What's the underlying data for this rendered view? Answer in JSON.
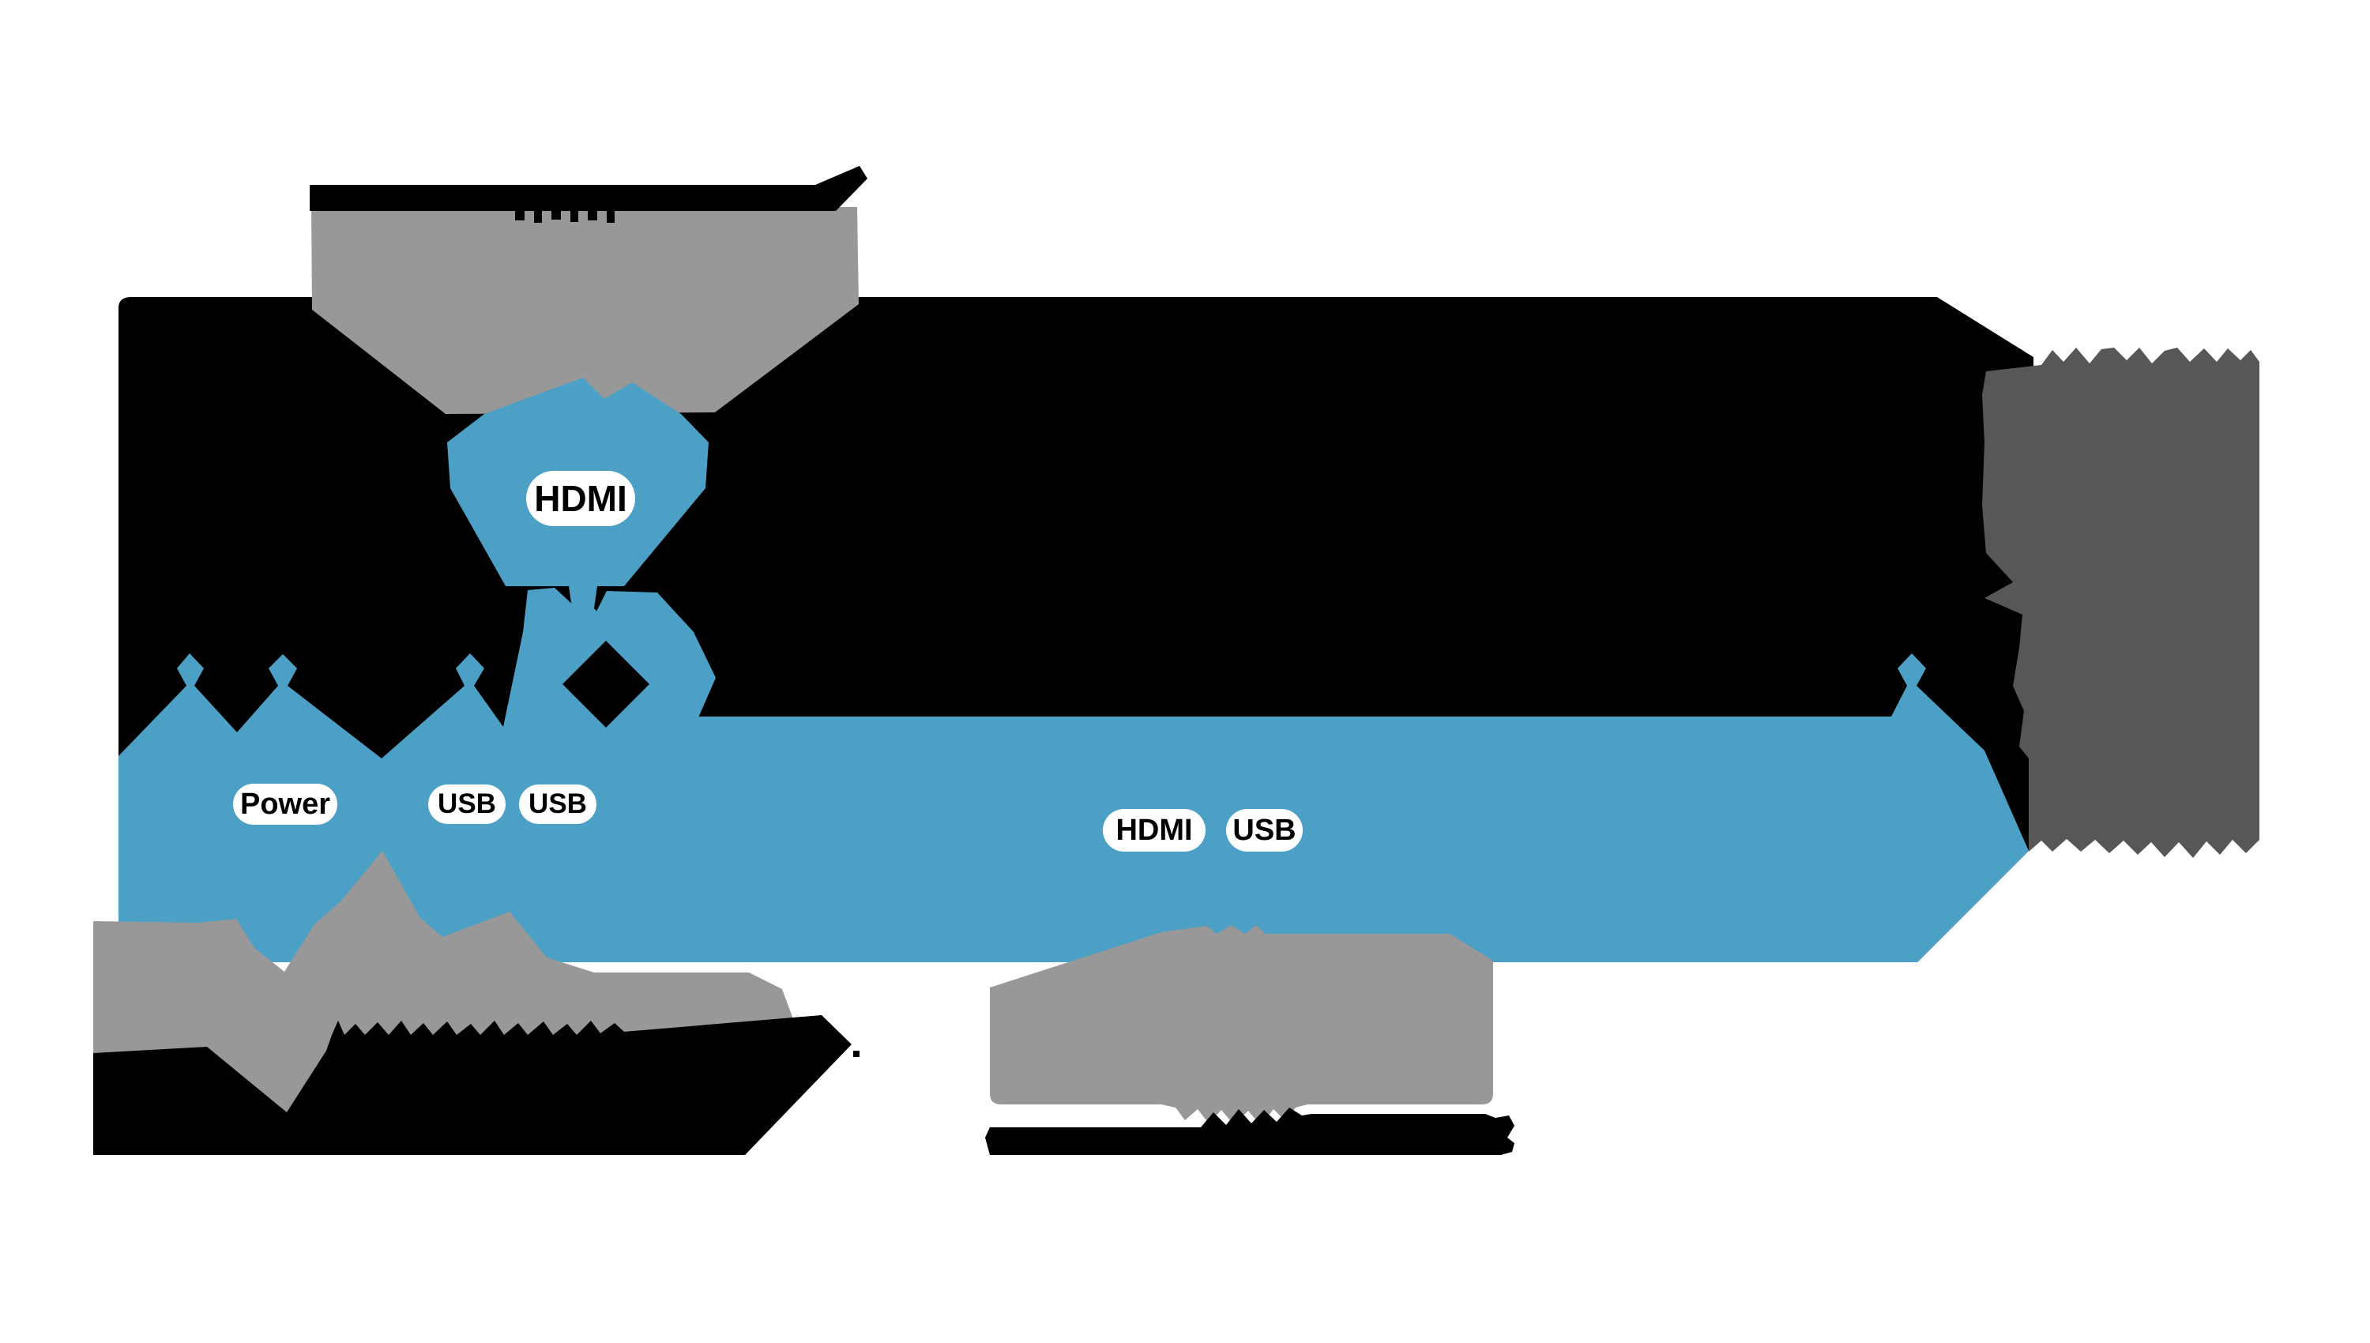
{
  "colors": {
    "background": "#ffffff",
    "device": "#000000",
    "callout_gray": "#989898",
    "note_gray": "#585659",
    "highlight_blue": "#4CA0C5",
    "pill_bg": "#ffffff",
    "pill_text": "#000000"
  },
  "labels": {
    "top_hdmi": "HDMI",
    "power": "Power",
    "usb_left_1": "USB",
    "usb_left_2": "USB",
    "center_hdmi": "HDMI",
    "center_usb": "USB"
  }
}
